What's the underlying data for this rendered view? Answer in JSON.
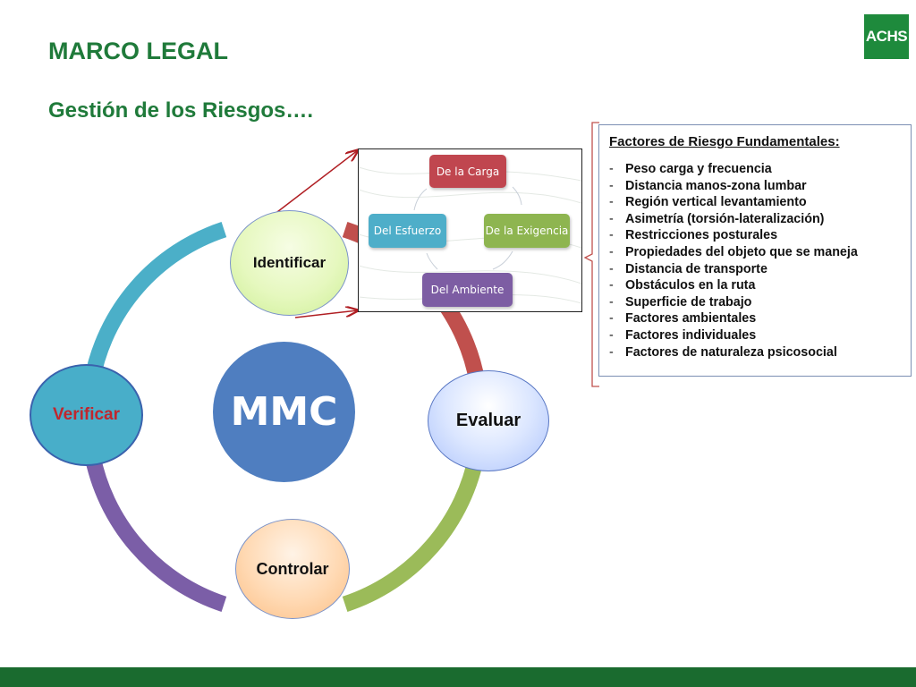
{
  "header": {
    "title": "MARCO LEGAL",
    "subtitle": "Gestión de los Riesgos….",
    "logo_text": "ACHS"
  },
  "colors": {
    "brand_green": "#1f7a3a",
    "footer_green": "#1a6b2f",
    "cycle_teal": "#4bafc8",
    "cycle_red": "#c0504d",
    "cycle_green": "#9bbb59",
    "cycle_purple": "#7b5ea7",
    "mmc_blue": "#4f7ec0"
  },
  "cycle": {
    "center": "MMC",
    "steps": [
      {
        "label": "Identificar",
        "icon": "none"
      },
      {
        "label": "Evaluar",
        "icon": "none"
      },
      {
        "label": "Controlar",
        "icon": "none"
      },
      {
        "label": "Verificar",
        "icon": "none"
      }
    ]
  },
  "inset": {
    "nodes": [
      "De la Carga",
      "De la Exigencia",
      "Del Ambiente",
      "Del Esfuerzo"
    ]
  },
  "factors": {
    "title": "Factores de Riesgo Fundamentales:",
    "items": [
      "Peso carga y frecuencia",
      "Distancia manos-zona lumbar",
      "Región vertical levantamiento",
      "Asimetría (torsión-lateralización)",
      "Restricciones posturales",
      "Propiedades del objeto que se maneja",
      "Distancia de transporte",
      "Obstáculos en la ruta",
      "Superficie de trabajo",
      "Factores ambientales",
      "Factores individuales",
      "Factores de naturaleza psicosocial"
    ]
  }
}
